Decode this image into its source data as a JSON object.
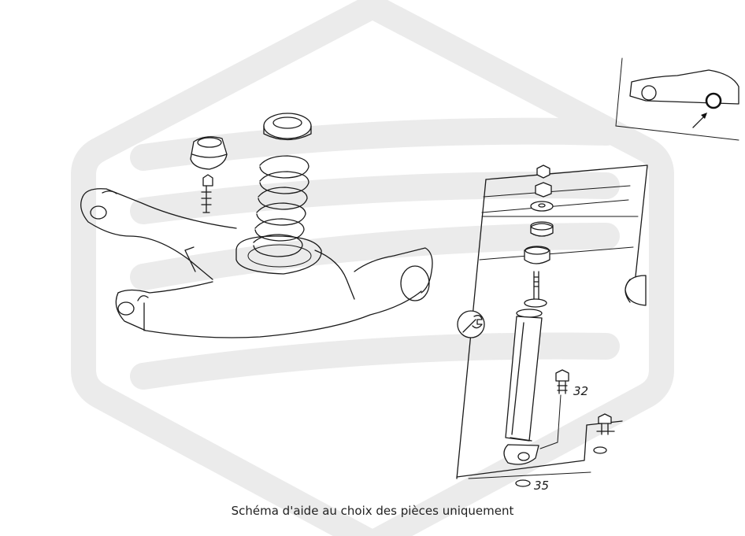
{
  "caption": "Schéma d'aide au choix des pièces uniquement",
  "callouts": [
    {
      "id": "bolt",
      "text": "32"
    },
    {
      "id": "washer",
      "text": "35"
    }
  ],
  "colors": {
    "line": "#1a1a1a",
    "watermark": "#ebebeb",
    "background": "#ffffff"
  },
  "icons": {
    "watermark": "hexagon-logo-watermark",
    "tool": "wrench-icon",
    "vehicle": "car-locator-icon"
  }
}
